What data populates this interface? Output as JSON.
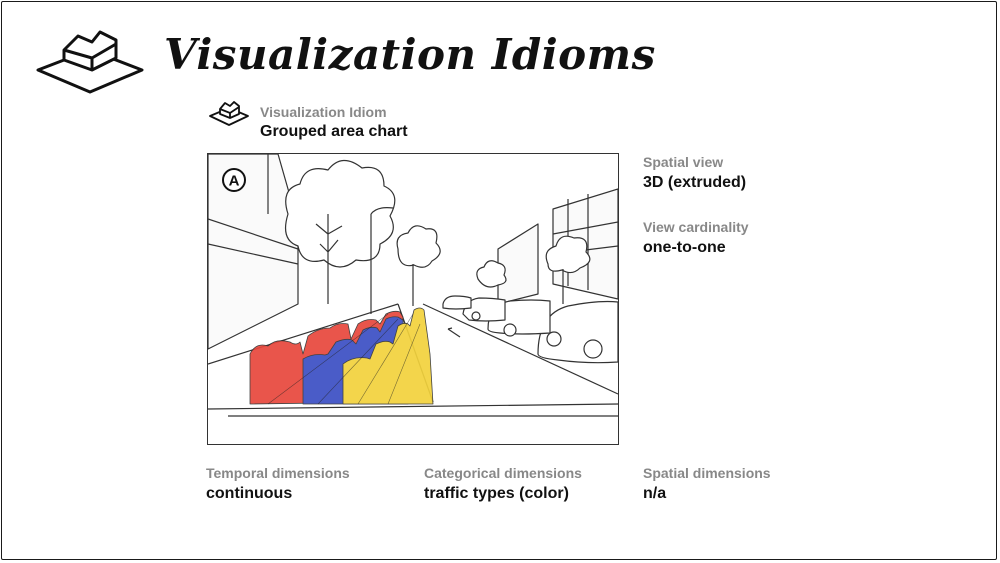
{
  "header": {
    "title": "Visualization Idioms",
    "logo_icon": "extruded-shape-icon"
  },
  "idiom": {
    "label": "Visualization Idiom",
    "value": "Grouped area chart",
    "icon": "extruded-shape-icon"
  },
  "figure": {
    "marker": "A",
    "description_icon": "street-scene-illustration",
    "colors": {
      "red": "#e8473c",
      "blue": "#3b4fc4",
      "yellow": "#f2d23c"
    }
  },
  "properties": {
    "spatial_view": {
      "label": "Spatial view",
      "value": "3D (extruded)"
    },
    "view_cardinality": {
      "label": "View cardinality",
      "value": "one-to-one"
    },
    "temporal_dimensions": {
      "label": "Temporal dimensions",
      "value": "continuous"
    },
    "categorical_dimensions": {
      "label": "Categorical dimensions",
      "value": "traffic types (color)"
    },
    "spatial_dimensions": {
      "label": "Spatial dimensions",
      "value": "n/a"
    }
  }
}
